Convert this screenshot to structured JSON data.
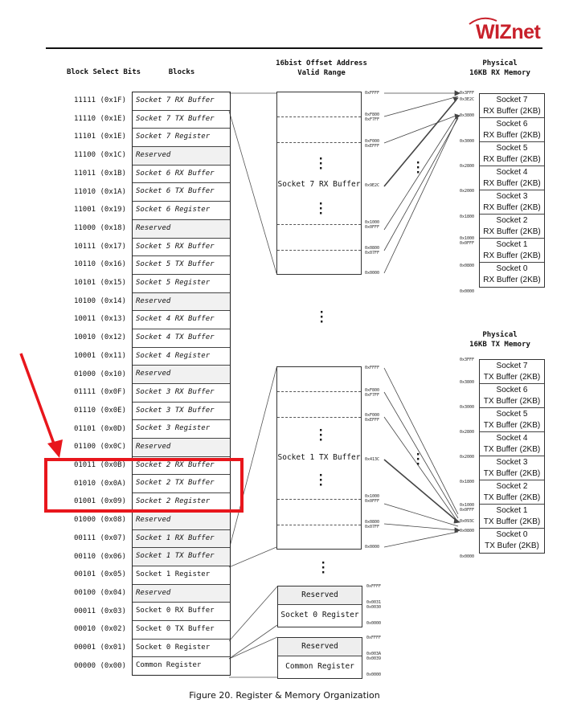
{
  "logo": {
    "text": "WIZnet"
  },
  "headers": {
    "block_select_bits": "Block Select Bits",
    "blocks": "Blocks",
    "offset_line1": "16bist Offset Address",
    "offset_line2": "Valid Range",
    "rx_line1": "Physical",
    "rx_line2": "16KB RX Memory",
    "tx_line1": "Physical",
    "tx_line2": "16KB TX Memory"
  },
  "rows": [
    {
      "bits": "11111 (0x1F)",
      "block": "Socket 7 RX Buffer"
    },
    {
      "bits": "11110 (0x1E)",
      "block": "Socket 7 TX Buffer"
    },
    {
      "bits": "11101 (0x1E)",
      "block": "Socket 7 Register"
    },
    {
      "bits": "11100 (0x1C)",
      "block": "Reserved"
    },
    {
      "bits": "11011 (0x1B)",
      "block": "Socket 6 RX Buffer"
    },
    {
      "bits": "11010 (0x1A)",
      "block": "Socket 6 TX Buffer"
    },
    {
      "bits": "11001 (0x19)",
      "block": "Socket 6 Register"
    },
    {
      "bits": "11000 (0x18)",
      "block": "Reserved"
    },
    {
      "bits": "10111 (0x17)",
      "block": "Socket 5 RX Buffer"
    },
    {
      "bits": "10110 (0x16)",
      "block": "Socket 5 TX Buffer"
    },
    {
      "bits": "10101 (0x15)",
      "block": "Socket 5 Register"
    },
    {
      "bits": "10100 (0x14)",
      "block": "Reserved"
    },
    {
      "bits": "10011 (0x13)",
      "block": "Socket 4 RX Buffer"
    },
    {
      "bits": "10010 (0x12)",
      "block": "Socket 4 TX Buffer"
    },
    {
      "bits": "10001 (0x11)",
      "block": "Socket 4 Register"
    },
    {
      "bits": "01000 (0x10)",
      "block": "Reserved"
    },
    {
      "bits": "01111 (0x0F)",
      "block": "Socket 3 RX Buffer"
    },
    {
      "bits": "01110 (0x0E)",
      "block": "Socket 3 TX Buffer"
    },
    {
      "bits": "01101 (0x0D)",
      "block": "Socket 3 Register"
    },
    {
      "bits": "01100 (0x0C)",
      "block": "Reserved"
    },
    {
      "bits": "01011 (0x0B)",
      "block": "Socket 2 RX Buffer"
    },
    {
      "bits": "01010 (0x0A)",
      "block": "Socket 2 TX Buffer"
    },
    {
      "bits": "01001 (0x09)",
      "block": "Socket 2 Register"
    },
    {
      "bits": "01000 (0x08)",
      "block": "Reserved"
    },
    {
      "bits": "00111 (0x07)",
      "block": "Socket 1 RX Buffer"
    },
    {
      "bits": "00110 (0x06)",
      "block": "Socket 1 TX Buffer"
    },
    {
      "bits": "00101 (0x05)",
      "block": "Socket 1 Register"
    },
    {
      "bits": "00100 (0x04)",
      "block": "Reserved"
    },
    {
      "bits": "00011 (0x03)",
      "block": "Socket 0 RX Buffer"
    },
    {
      "bits": "00010 (0x02)",
      "block": "Socket 0 TX Buffer"
    },
    {
      "bits": "00001 (0x01)",
      "block": "Socket 0 Register"
    },
    {
      "bits": "00000 (0x00)",
      "block": "Common Register"
    }
  ],
  "middle": {
    "rx_box_label": "Socket 7 RX Buffer",
    "tx_box_label": "Socket 1 TX Buffer",
    "reserved1": "Reserved",
    "socket0_register": "Socket 0 Register",
    "reserved2": "Reserved",
    "common_register": "Common Register"
  },
  "rx_addr": [
    "0xFFFF",
    "0xF800\n0xF7FF",
    "0xF000\n0xEFFF",
    "0x9E2C",
    "0x1000\n0x0FFF",
    "0x0800\n0x07FF",
    "0x0000"
  ],
  "tx_addr": [
    "0xFFFF",
    "0xF800\n0xF7FF",
    "0xF000\n0xEFFF",
    "0x413C",
    "0x1000\n0x0FFF",
    "0x0800\n0x07FF",
    "0x0000"
  ],
  "reg_addr": [
    "0xFFFF",
    "0x0031\n0x0030",
    "0x0000",
    "0xFFFF",
    "0x003A\n0x0039",
    "0x0000"
  ],
  "rx_phys": [
    {
      "l1": "Socket 7",
      "l2": "RX Buffer (2KB)"
    },
    {
      "l1": "Socket 6",
      "l2": "RX Buffer (2KB)"
    },
    {
      "l1": "Socket 5",
      "l2": "RX Buffer (2KB)"
    },
    {
      "l1": "Socket 4",
      "l2": "RX Buffer (2KB)"
    },
    {
      "l1": "Socket 3",
      "l2": "RX Buffer (2KB)"
    },
    {
      "l1": "Socket 2",
      "l2": "RX Buffer (2KB)"
    },
    {
      "l1": "Socket 1",
      "l2": "RX Buffer (2KB)"
    },
    {
      "l1": "Socket 0",
      "l2": "RX Buffer (2KB)"
    }
  ],
  "tx_phys": [
    {
      "l1": "Socket 7",
      "l2": "TX Buffer (2KB)"
    },
    {
      "l1": "Socket 6",
      "l2": "TX Buffer (2KB)"
    },
    {
      "l1": "Socket 5",
      "l2": "TX Buffer (2KB)"
    },
    {
      "l1": "Socket 4",
      "l2": "TX Buffer (2KB)"
    },
    {
      "l1": "Socket 3",
      "l2": "TX Buffer (2KB)"
    },
    {
      "l1": "Socket 2",
      "l2": "TX Buffer (2KB)"
    },
    {
      "l1": "Socket 1",
      "l2": "TX Buffer (2KB)"
    },
    {
      "l1": "Socket 0",
      "l2": "TX Bufer (2KB)"
    }
  ],
  "rx_phys_addr": [
    "0x3FFF",
    "0x3E2C",
    "0x3800",
    "0x3000",
    "0x2800",
    "0x2000",
    "0x1800",
    "0x1000\n0x0FFF",
    "0x0800",
    "0x0000"
  ],
  "tx_phys_addr": [
    "0x3FFF",
    "0x3800",
    "0x3000",
    "0x2800",
    "0x2000",
    "0x1800",
    "0x1000\n0x0FFF",
    "0x093C",
    "0x0800",
    "0x0000"
  ],
  "caption": "Figure 20. Register & Memory Organization",
  "colors": {
    "highlight": "#e8161c",
    "logo": "#c8202a"
  }
}
